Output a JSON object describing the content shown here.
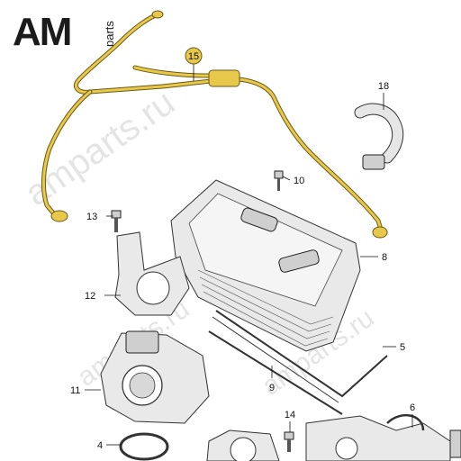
{
  "logo": {
    "brand": "AM",
    "suffix": "parts",
    "color": "#1b1b1b"
  },
  "watermark": {
    "text_large": "amparts.ru",
    "text_small": "amparts.ru",
    "color": "#cfcfcf"
  },
  "highlight_color": "#e8c84a",
  "callouts": [
    {
      "id": "15",
      "label": "15",
      "highlighted": true
    },
    {
      "id": "18",
      "label": "18"
    },
    {
      "id": "10",
      "label": "10"
    },
    {
      "id": "13",
      "label": "13"
    },
    {
      "id": "8",
      "label": "8"
    },
    {
      "id": "12",
      "label": "12"
    },
    {
      "id": "5",
      "label": "5"
    },
    {
      "id": "11",
      "label": "11"
    },
    {
      "id": "9",
      "label": "9"
    },
    {
      "id": "6",
      "label": "6"
    },
    {
      "id": "14",
      "label": "14"
    },
    {
      "id": "4",
      "label": "4"
    }
  ]
}
